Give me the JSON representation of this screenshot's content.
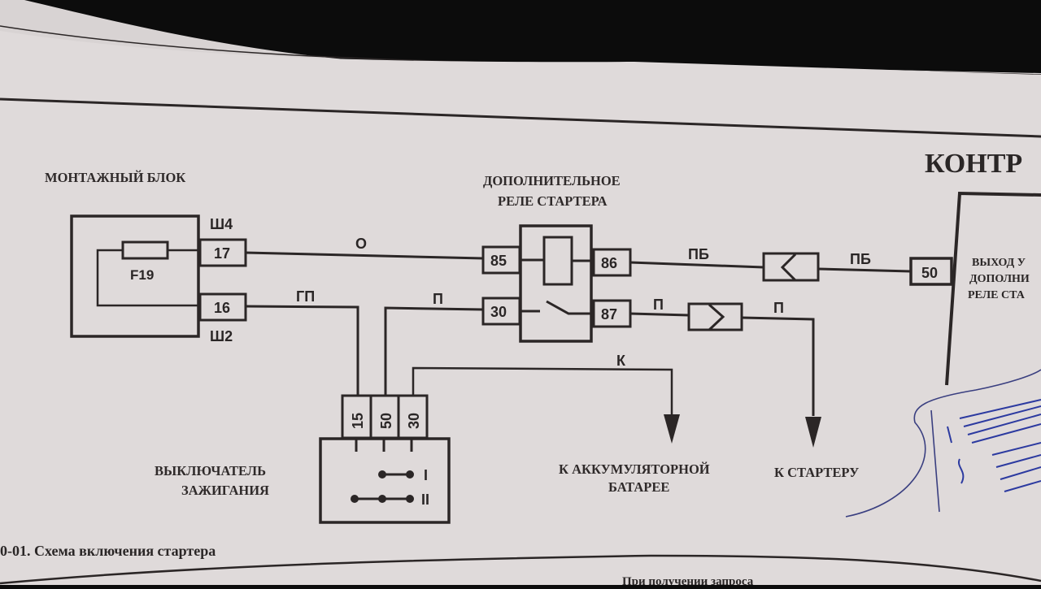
{
  "page": {
    "section_heading": "КОНТР",
    "caption": "0-01. Схема включения стартера",
    "bottom_fragment": "При получении запроса"
  },
  "mounting_block": {
    "title": "МОНТАЖНЫЙ БЛОК",
    "fuse": "F19",
    "connector_top": "Ш4",
    "connector_bottom": "Ш2",
    "pin_a": "17",
    "pin_b": "16"
  },
  "relay": {
    "title_line1": "ДОПОЛНИТЕЛЬНОЕ",
    "title_line2": "РЕЛЕ СТАРТЕРА",
    "pins": [
      "85",
      "86",
      "30",
      "87"
    ]
  },
  "ignition_switch": {
    "title_line1": "ВЫКЛЮЧАТЕЛЬ",
    "title_line2": "ЗАЖИГАНИЯ",
    "pins": [
      "15",
      "50",
      "30"
    ],
    "positions": [
      "I",
      "II"
    ]
  },
  "controller": {
    "pin": "50",
    "text_line1": "ВЫХОД У",
    "text_line2": "ДОПОЛНИ",
    "text_line3": "РЕЛЕ СТА"
  },
  "wires": {
    "w17_85": "О",
    "w16_15": "ГП",
    "w50_30": "П",
    "w86_conn": "ПБ",
    "wconn_50": "ПБ",
    "w87_conn": "П",
    "wconn_starter": "П",
    "w30_battery": "К"
  },
  "destinations": {
    "battery_line1": "К АККУМУЛЯТОРНОЙ",
    "battery_line2": "БАТАРЕЕ",
    "starter": "К СТАРТЕРУ"
  },
  "colors": {
    "paper": "#dcd6d6",
    "ink": "#2b2626",
    "background": "#0c0c0c",
    "pen": "#2c3aa0"
  }
}
